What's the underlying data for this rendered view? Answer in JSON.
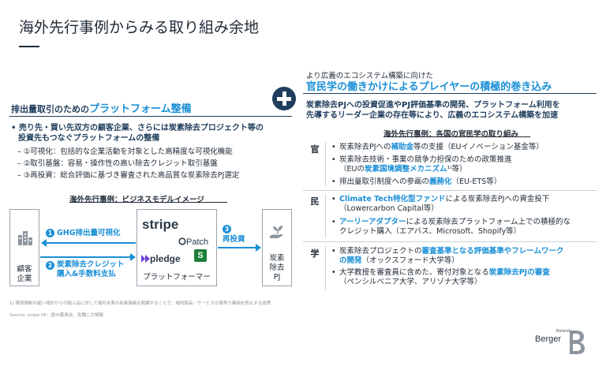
{
  "title": "海外先行事例からみる取り組み余地",
  "left": {
    "heading_prefix": "排出量取引のための",
    "heading_highlight": "プラットフォーム整備",
    "bullet_main_1": "• 売り先・買い先双方の顧客企業、さらには炭素除去プロジェクト等の",
    "bullet_main_2": "投資先もつなぐプラットフォームの整備",
    "sub_items": [
      "– ①可視化：包括的な企業活動を対象とした高精度な可視化機能",
      "– ②取引基盤：容易・操作性の高い除去クレジット取引基盤",
      "– ③再投資：総合評価に基づき審査された高品質な炭素除去PJ選定"
    ],
    "model_title": "海外先行事例：ビジネスモデルイメージ",
    "customer_label": [
      "顧客",
      "企業"
    ],
    "platform_label": "プラットフォーマー",
    "removal_label": [
      "炭素",
      "除去",
      "PJ"
    ],
    "logos": {
      "stripe": "stripe",
      "patch": "Patch",
      "pledge": "pledge",
      "s_mark": "S"
    },
    "arrows": [
      {
        "num": "1",
        "label": "GHG排出量可視化"
      },
      {
        "num": "2",
        "label_1": "炭素除去クレジット",
        "label_2": "購入&手数料支払"
      },
      {
        "num": "3",
        "label": "再投資"
      }
    ],
    "footnote": "1) 環境規制の緩い域外からの輸入品に対して域内水準の炭素価格を賦課することで、域内製品・サービスの競争力棄損を防止する政策",
    "source": "Source: stripe HP、欧州委員会、各種二次情報"
  },
  "right": {
    "heading_top": "より広義のエコシステム構築に向けた",
    "heading_main": "官民学の働きかけによるプレイヤーの積極的巻き込み",
    "desc_1": "炭素除去PJへの投資促進やPJ評価基準の開発、プラットフォーム利用を",
    "desc_2": "先導するリーダー企業の存在等により、広義のエコシステム構築を加速",
    "case_title": "海外先行事例：各国の官民学の取り組み",
    "rows": [
      {
        "label": "官",
        "items": [
          {
            "pre": "炭素除去PJへの",
            "hl": "補助金",
            "post": "等の支援（EUイノベーション基金等）"
          },
          {
            "pre": "炭素除去技術・事業の競争力担保のための政策推進",
            "hl": "",
            "post": ""
          },
          {
            "pre": "（EUの",
            "hl": "炭素国境調整メカニズム",
            "post": "¹⁾等）"
          },
          {
            "pre": "排出量取引制度への参画の",
            "hl": "義務化",
            "post": "（EU-ETS等）"
          }
        ]
      },
      {
        "label": "民",
        "items": [
          {
            "pre": "",
            "hl": "Climate Tech特化型ファンド",
            "post": "による炭素除去PJへの資金投下"
          },
          {
            "pre": "（Lowercarbon Capital等）",
            "hl": "",
            "post": ""
          },
          {
            "pre": "",
            "hl": "アーリーアダプター",
            "post": "による炭素除去プラットフォーム上での積極的な"
          },
          {
            "pre": "クレジット購入（エアバス、Microsoft、Shopify等）",
            "hl": "",
            "post": ""
          }
        ]
      },
      {
        "label": "学",
        "items": [
          {
            "pre": "炭素除去プロジェクトの",
            "hl": "審査基準となる評価基準やフレームワーク",
            "post": ""
          },
          {
            "pre": "",
            "hl": "の開発",
            "post": "（オックスフォード大学等）"
          },
          {
            "pre": "大学教授を審査員に含めた、寄付対象となる",
            "hl": "炭素除去PJの審査",
            "post": ""
          },
          {
            "pre": "（ペンシルベニア大学、アリゾナ大学等）",
            "hl": "",
            "post": ""
          }
        ]
      }
    ]
  },
  "brand": {
    "small": "Roland",
    "name": "Berger"
  },
  "colors": {
    "accent": "#1a8fd6",
    "navy": "#1f3d5c"
  }
}
